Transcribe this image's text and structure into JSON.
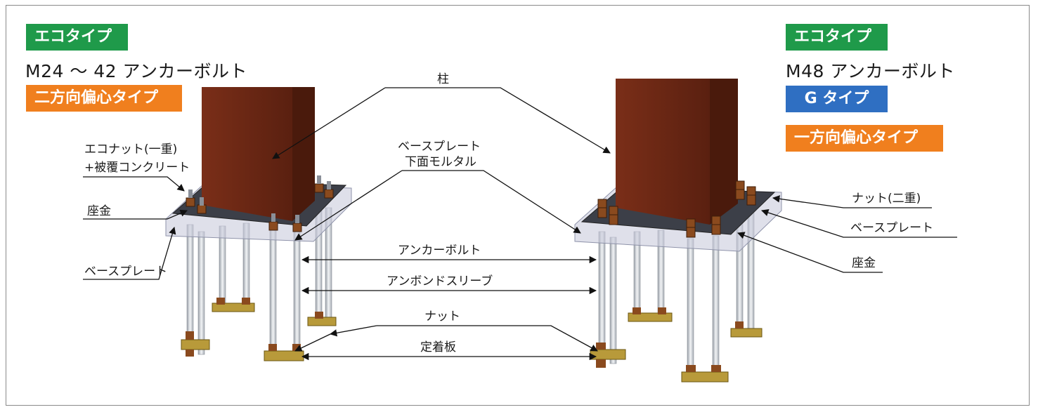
{
  "left_panel": {
    "badge_eco": "エコタイプ",
    "bolt_range": "M24 ～ 42 アンカーボルト",
    "badge_eccentric": "二方向偏心タイプ"
  },
  "right_panel": {
    "badge_eco": "エコタイプ",
    "bolt_range": "M48 アンカーボルト",
    "badge_g": "G タイプ",
    "badge_eccentric": "一方向偏心タイプ"
  },
  "labels": {
    "column": "柱",
    "base_plate_mortar_line1": "ベースプレート",
    "base_plate_mortar_line2": "下面モルタル",
    "eco_nut_line1": "エコナット(一重)",
    "eco_nut_line2": "+被覆コンクリート",
    "washer_left": "座金",
    "base_plate_left": "ベースプレート",
    "anchor_bolt": "アンカーボルト",
    "unbond_sleeve": "アンボンドスリーブ",
    "nut": "ナット",
    "anchor_plate": "定着板",
    "nut_double": "ナット(二重)",
    "base_plate_right": "ベースプレート",
    "washer_right": "座金"
  },
  "colors": {
    "eco_green": "#1f9a4a",
    "eccentric_orange": "#f07f1e",
    "g_blue": "#2f6fc2",
    "column_brown": "#6b2a17"
  }
}
